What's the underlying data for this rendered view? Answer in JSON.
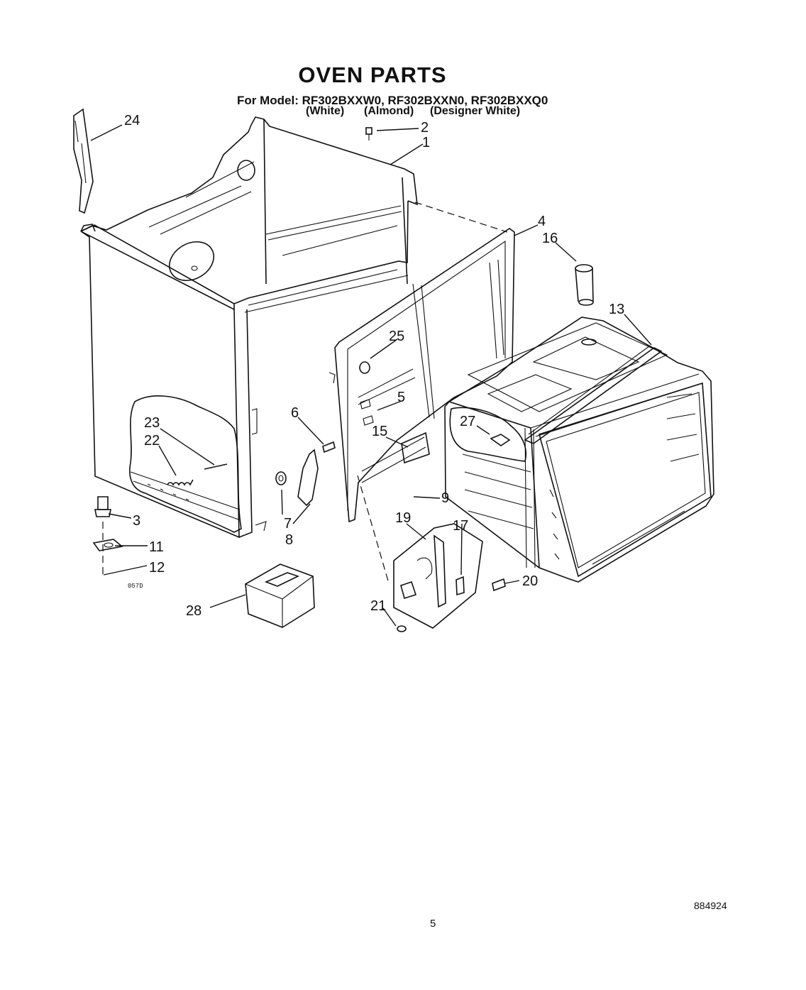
{
  "header": {
    "title": "OVEN PARTS",
    "model_line": "For Model: RF302BXXW0, RF302BXXN0, RF302BXXQ0",
    "variants": [
      "(White)",
      "(Almond)",
      "(Designer White)"
    ]
  },
  "callouts": [
    "24",
    "2",
    "1",
    "4",
    "16",
    "13",
    "25",
    "5",
    "6",
    "15",
    "27",
    "23",
    "22",
    "3",
    "7",
    "8",
    "9",
    "19",
    "17",
    "11",
    "12",
    "20",
    "21",
    "28"
  ],
  "small_code": "057D",
  "footer": {
    "catalog_number": "884924",
    "page_number": "5"
  }
}
